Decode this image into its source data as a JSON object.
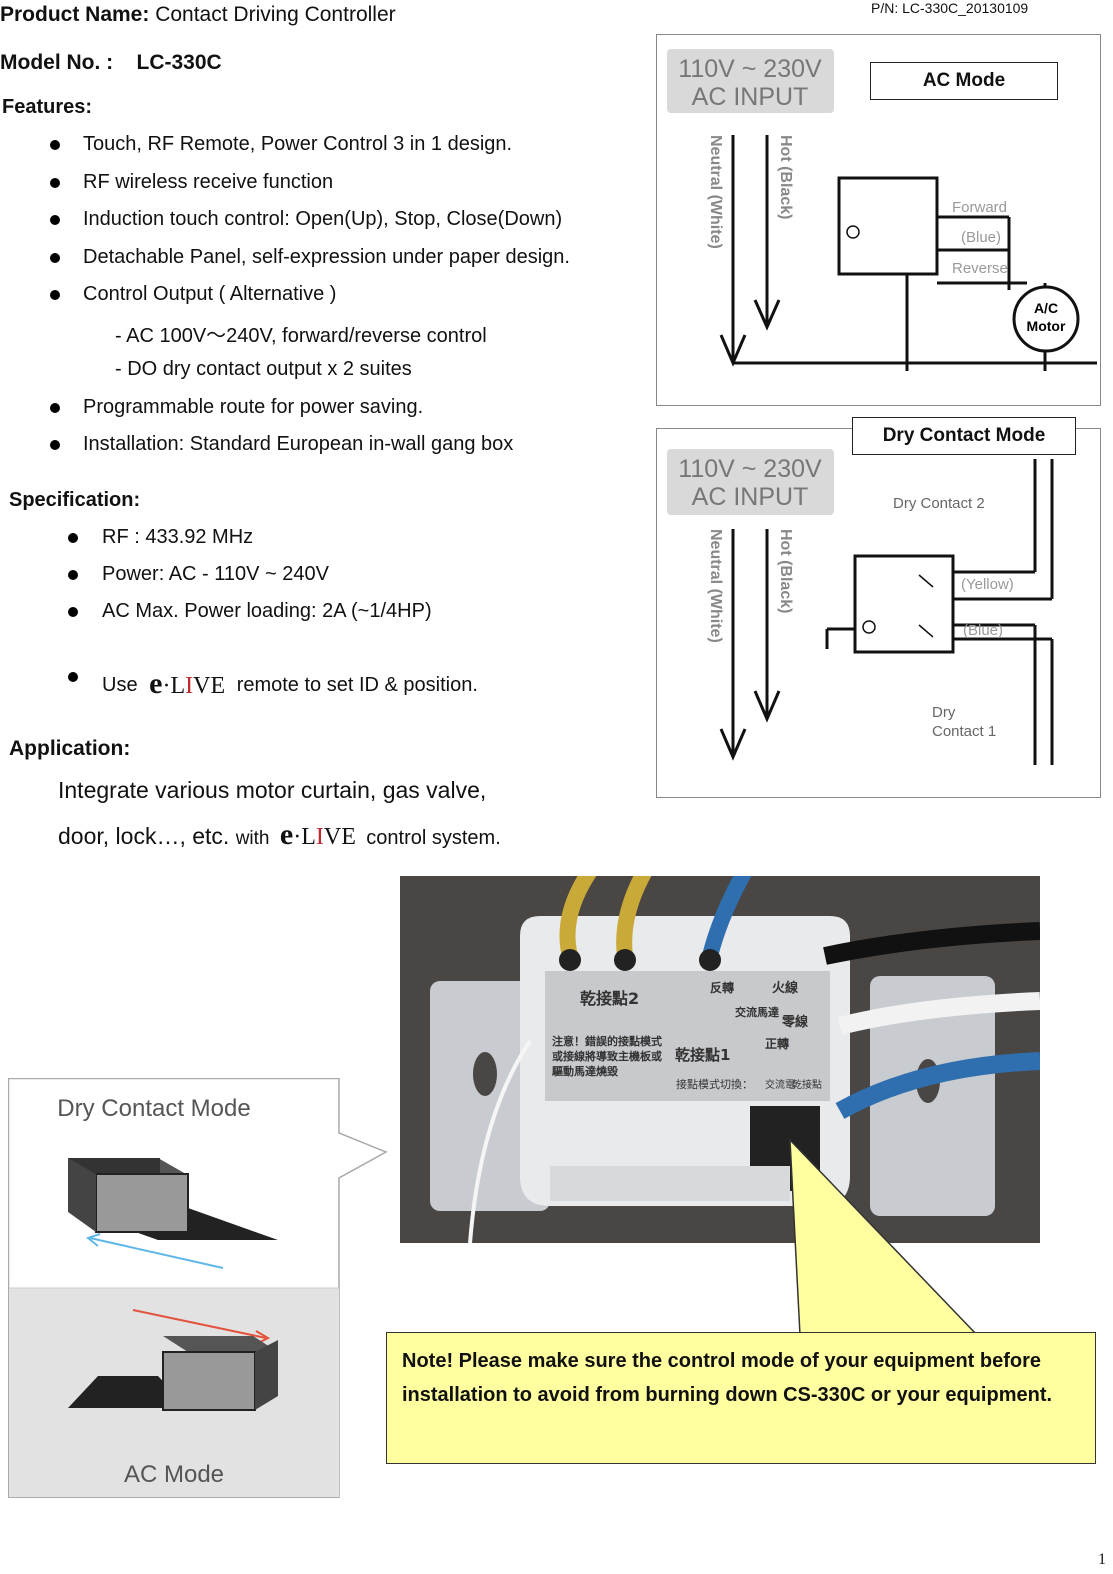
{
  "header": {
    "product_label": "Product Name:",
    "product_value": "Contact Driving Controller",
    "pn": "P/N: LC-330C_20130109",
    "model_label": "Model No. :",
    "model_value": "LC-330C"
  },
  "features": {
    "title": "Features:",
    "items": [
      "Touch, RF Remote, Power Control 3 in 1 design.",
      "RF wireless receive function",
      "Induction touch control: Open(Up), Stop, Close(Down)",
      "Detachable Panel, self-expression under paper design.",
      "Control Output ( Alternative )"
    ],
    "sub_items": [
      "- AC 100V～240V, forward/reverse control",
      "- DO dry contact output x 2 suites"
    ],
    "items2": [
      "Programmable route for power saving.",
      "Installation: Standard European in-wall gang box"
    ]
  },
  "specification": {
    "title": "Specification:",
    "items": [
      "RF : 433.92 MHz",
      "Power: AC - 110V ~ 240V",
      "AC Max. Power loading: 2A (~1/4HP)"
    ],
    "use_prefix": "Use",
    "use_suffix": "remote to set ID & position."
  },
  "logo": {
    "text": "e·LIVE"
  },
  "application": {
    "title": "Application:",
    "line1": "Integrate various motor curtain, gas valve,",
    "line2_prefix": "door, lock…, etc.",
    "line2_with": "with",
    "line2_suffix": "control system."
  },
  "ac_diagram": {
    "mode": "AC Mode",
    "input_line1": "110V ~ 230V",
    "input_line2": "AC  INPUT",
    "neutral": "Neutral (White)",
    "hot": "Hot (Black)",
    "forward": "Forward",
    "blue": "(Blue)",
    "reverse": "Reverse",
    "motor_line1": "A/C",
    "motor_line2": "Motor"
  },
  "dry_diagram": {
    "mode": "Dry Contact Mode",
    "input_line1": "110V ~ 230V",
    "input_line2": "AC  INPUT",
    "neutral": "Neutral (White)",
    "hot": "Hot (Black)",
    "dry2": "Dry Contact 2",
    "yellow": "(Yellow)",
    "blue": "(Blue)",
    "dry1_line1": "Dry",
    "dry1_line2": "Contact 1"
  },
  "switch_illustration": {
    "top": "Dry Contact Mode",
    "bottom": "AC Mode"
  },
  "device_photo": {
    "dry_point2": "乾接點2",
    "dry_point1": "乾接點1",
    "warning": "注意！錯誤的接點模式或接線將導致主機板或驅動馬達燒毀",
    "live": "火線",
    "neutral": "零線",
    "reverse": "反轉",
    "forward": "正轉",
    "motor": "交流馬達",
    "switch_label": "接點模式切換：",
    "switch_ac": "交流電",
    "switch_dry": "乾接點"
  },
  "note": {
    "text": "Note! Please make sure the control mode of your equipment before installation to avoid from burning down CS-330C or your equipment."
  },
  "page_number": "1"
}
